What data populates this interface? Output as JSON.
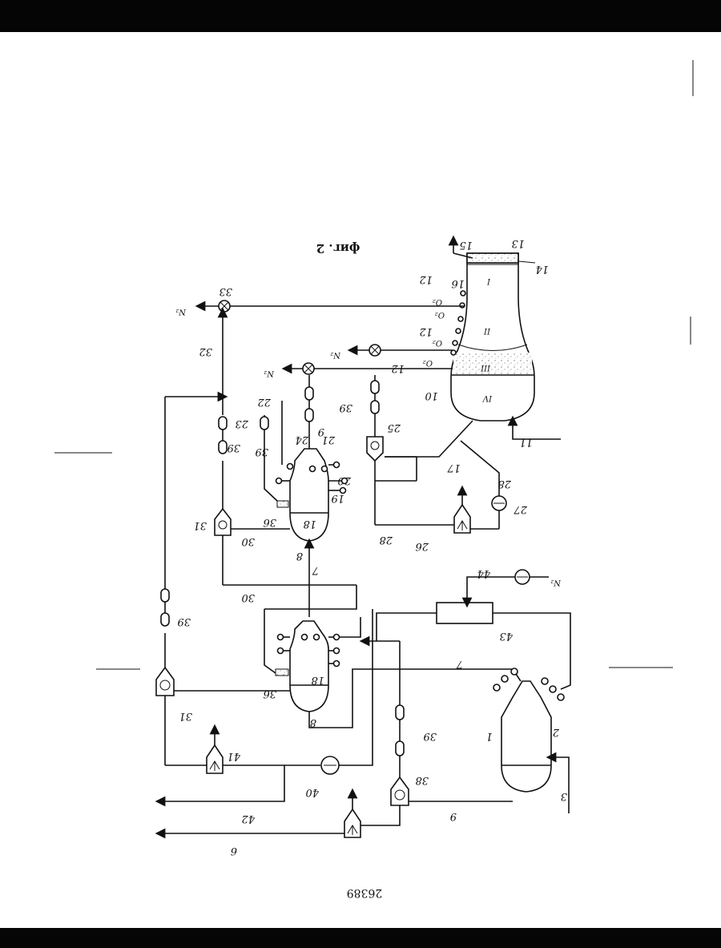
{
  "document": {
    "figure_caption": "фиг. 2",
    "page_number": "26389",
    "orientation": "rotated 180°"
  },
  "labels": {
    "n1": "1",
    "n2": "2",
    "n3": "3",
    "n6": "6",
    "n7": "7",
    "n7b": "7",
    "n8a": "8",
    "n8b": "8",
    "n9": "9",
    "n10": "10",
    "n11": "11",
    "n12a": "12",
    "n12b": "12",
    "n12c": "12",
    "n13": "13",
    "n14": "14",
    "n15": "15",
    "n16": "16",
    "n17": "17",
    "n18a": "18",
    "n18b": "18",
    "n19": "19",
    "n20": "20",
    "n21": "21",
    "n22": "22",
    "n23": "23",
    "n24": "24",
    "n25": "25",
    "n26": "26",
    "n27": "27",
    "n28a": "28",
    "n28b": "28",
    "n30a": "30",
    "n30b": "30",
    "n31a": "31",
    "n31b": "31",
    "n32": "32",
    "n33": "33",
    "n36a": "36",
    "n36b": "36",
    "n38": "38",
    "n39a": "39",
    "n39b": "39",
    "n39c": "39",
    "n39d": "39",
    "n40": "40",
    "n41": "41",
    "n42": "42",
    "n43": "43",
    "n44": "44",
    "n9b": "9",
    "n2gas": "N₂",
    "n2gas2": "N₂",
    "n2gas3": "N₂",
    "o2a": "O₂",
    "o2b": "O₂",
    "o2c": "O₂",
    "o2d": "O₂",
    "zone1": "I",
    "zone2": "II",
    "zone3": "III",
    "zone4": "IV"
  }
}
